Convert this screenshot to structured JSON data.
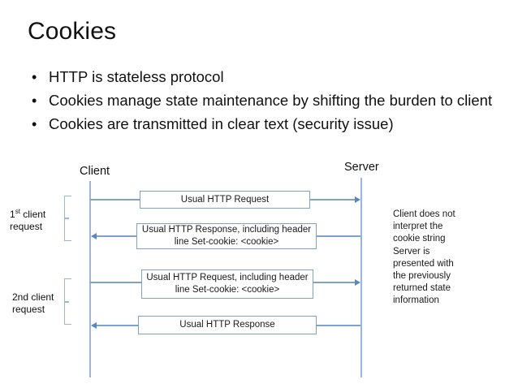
{
  "slide": {
    "title": "Cookies",
    "bullet_marker": "•",
    "bullets": [
      "HTTP is stateless protocol",
      "Cookies manage state maintenance by shifting the burden to client",
      "Cookies are transmitted in clear text (security issue)"
    ]
  },
  "diagram": {
    "type": "sequence-diagram",
    "lifelines": [
      {
        "name": "client",
        "label": "Client"
      },
      {
        "name": "server",
        "label": "Server"
      }
    ],
    "messages": [
      {
        "name": "usual-http-request",
        "direction": "client-to-server",
        "line1": "Usual HTTP Request",
        "line2": ""
      },
      {
        "name": "usual-http-response-set-cookie",
        "direction": "server-to-client",
        "line1": "Usual HTTP Response, including header",
        "line2": "line Set-cookie: <cookie>"
      },
      {
        "name": "usual-http-request-set-cookie",
        "direction": "client-to-server",
        "line1": "Usual HTTP Request, including header",
        "line2": "line Set-cookie: <cookie>"
      },
      {
        "name": "usual-http-response",
        "direction": "server-to-client",
        "line1": "Usual HTTP Response",
        "line2": ""
      }
    ],
    "phases": [
      {
        "name": "first-client-request",
        "prefix": "1",
        "superscript": "st",
        "suffix": " client",
        "line2": "request"
      },
      {
        "name": "second-client-request",
        "prefix": "2nd client",
        "superscript": "",
        "suffix": "",
        "line2": "request"
      }
    ],
    "side_note": "Client does not interpret the cookie string Server is presented with the previously returned state information",
    "colors": {
      "line": "#9ab5dd",
      "box_border": "#7ea2cc",
      "arrow": "#5b86c4",
      "text": "#1a1a1a",
      "background": "#ffffff"
    }
  }
}
